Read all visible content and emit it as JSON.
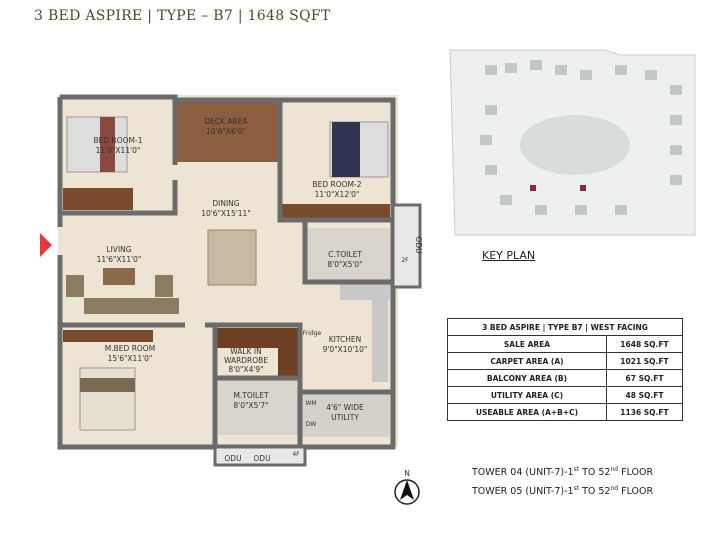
{
  "title": "3 BED ASPIRE | TYPE – B7 | 1648 SQFT",
  "rooms": {
    "bed1": {
      "name": "BED ROOM-1",
      "size": "11'0\"X11'0\""
    },
    "deck": {
      "name": "DECK AREA",
      "size": "10'6\"X6'0\""
    },
    "bed2": {
      "name": "BED ROOM-2",
      "size": "11'0\"X12'0\""
    },
    "dining": {
      "name": "DINING",
      "size": "10'6\"X15'11\""
    },
    "living": {
      "name": "LIVING",
      "size": "11'6\"X11'0\""
    },
    "ctoilet": {
      "name": "C.TOILET",
      "size": "8'0\"X5'0\""
    },
    "kitchen": {
      "name": "KITCHEN",
      "size": "9'0\"X10'10\""
    },
    "mbed": {
      "name": "M.BED ROOM",
      "size": "15'6\"X11'0\""
    },
    "wardrobe": {
      "name1": "WALK IN",
      "name2": "WARDROBE",
      "size": "8'0\"X4'9\""
    },
    "mtoilet": {
      "name": "M.TOILET",
      "size": "8'0\"X5'7\""
    },
    "utility": {
      "name1": "4'6\" WIDE",
      "name2": "UTILITY"
    }
  },
  "fixtures": {
    "fridge": "Fridge",
    "wm": "WM",
    "dw": "DW",
    "odu": "ODU",
    "shaft": "2F",
    "shaft2": "4F"
  },
  "key_plan": {
    "label": "KEY PLAN"
  },
  "area_table": {
    "header": "3 BED ASPIRE | TYPE B7 | WEST FACING",
    "rows": [
      {
        "label": "SALE AREA",
        "value": "1648 SQ.FT"
      },
      {
        "label": "CARPET AREA (A)",
        "value": "1021 SQ.FT"
      },
      {
        "label": "BALCONY AREA (B)",
        "value": "67 SQ.FT"
      },
      {
        "label": "UTILITY AREA (C)",
        "value": "48 SQ.FT"
      },
      {
        "label": "USEABLE AREA (A+B+C)",
        "value": "1136 SQ.FT"
      }
    ]
  },
  "towers": [
    {
      "tower": "TOWER 04 (UNIT-7)-1",
      "sup1": "st",
      "mid": " TO 52",
      "sup2": "nd",
      "end": " FLOOR"
    },
    {
      "tower": "TOWER 05 (UNIT-7)-1",
      "sup1": "st",
      "mid": " TO 52",
      "sup2": "nd",
      "end": " FLOOR"
    }
  ],
  "north": "N",
  "colors": {
    "title": "#4a4a2a",
    "wall": "#6b6b6b",
    "floor": "#ede4d3",
    "wood": "#7a5236",
    "entry_arrow": "#e0393e"
  }
}
